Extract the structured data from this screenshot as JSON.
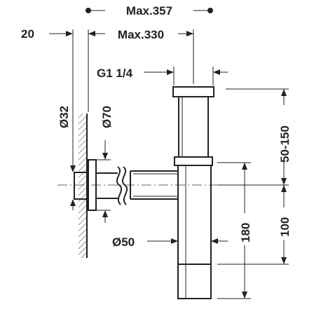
{
  "dimensions": {
    "overall_width": "Max.357",
    "wall_offset": "20",
    "outlet_length": "Max.330",
    "thread": "G1 1/4",
    "pipe_diameter": "Ø32",
    "flange_diameter": "Ø70",
    "body_diameter": "Ø50",
    "adjust_range": "50-150",
    "body_height": "180",
    "outlet_height": "100"
  }
}
